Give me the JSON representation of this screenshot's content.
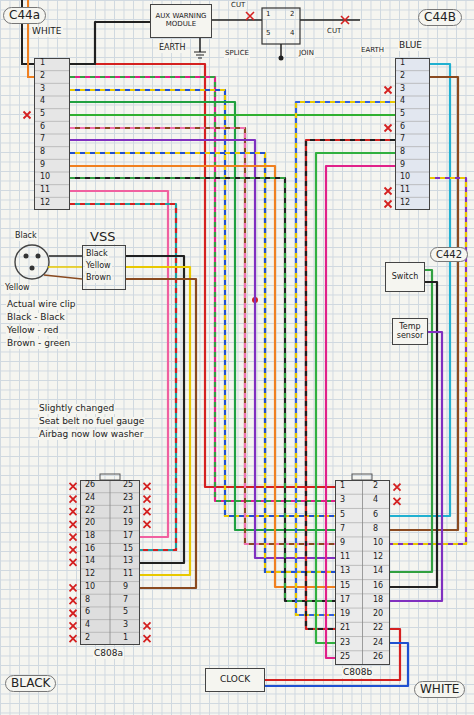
{
  "diagram": {
    "nodes": [
      {
        "text": [
          "C44a",
          "WHITE"
        ]
      },
      {
        "text": [
          "AUX WARNING MODULE"
        ]
      },
      {
        "text": [
          "C44B",
          "BLUE"
        ]
      },
      {
        "text": [
          "VSS"
        ]
      },
      {
        "text": [
          "C442",
          "Switch"
        ]
      },
      {
        "text": [
          "Temp sensor"
        ]
      },
      {
        "text": [
          "C808a",
          "BLACK"
        ]
      },
      {
        "text": [
          "C808b",
          "WHITE"
        ]
      },
      {
        "text": [
          "CLOCK"
        ]
      }
    ],
    "edges": [
      {
        "from": 0,
        "to": 7,
        "arrow": "none"
      },
      {
        "from": 0,
        "to": 7,
        "arrow": "none"
      },
      {
        "from": 0,
        "to": 7,
        "arrow": "none"
      },
      {
        "from": 0,
        "to": 7,
        "arrow": "none"
      },
      {
        "from": 0,
        "to": 7,
        "arrow": "none"
      },
      {
        "from": 0,
        "to": 7,
        "arrow": "none"
      },
      {
        "from": 0,
        "to": 7,
        "arrow": "none"
      },
      {
        "from": 0,
        "to": 7,
        "arrow": "none"
      },
      {
        "from": 0,
        "to": 7,
        "arrow": "none"
      },
      {
        "from": 0,
        "to": 6,
        "arrow": "none"
      },
      {
        "from": 0,
        "to": 6,
        "arrow": "none"
      },
      {
        "from": 0,
        "to": 2,
        "arrow": "none"
      },
      {
        "from": 2,
        "to": 7,
        "arrow": "none"
      },
      {
        "from": 2,
        "to": 7,
        "arrow": "none"
      },
      {
        "from": 2,
        "to": 7,
        "arrow": "none"
      },
      {
        "from": 2,
        "to": 7,
        "arrow": "none"
      },
      {
        "from": 2,
        "to": 7,
        "arrow": "none"
      },
      {
        "from": 2,
        "to": 7,
        "arrow": "none"
      },
      {
        "from": 2,
        "to": 7,
        "arrow": "none"
      },
      {
        "from": 3,
        "to": 6,
        "arrow": "none"
      },
      {
        "from": 3,
        "to": 6,
        "arrow": "none"
      },
      {
        "from": 3,
        "to": 6,
        "arrow": "none"
      },
      {
        "from": 4,
        "to": 7,
        "arrow": "none"
      },
      {
        "from": 4,
        "to": 7,
        "arrow": "none"
      },
      {
        "from": 5,
        "to": 7,
        "arrow": "none"
      },
      {
        "from": 8,
        "to": 7,
        "arrow": "none"
      },
      {
        "from": 8,
        "to": 7,
        "arrow": "none"
      },
      {
        "from": 1,
        "to": 0,
        "arrow": "none"
      }
    ],
    "labels": [
      "EARTH",
      "CUT",
      "SPLICE",
      "JOIN",
      "CUT",
      "EARTH",
      "1",
      "2",
      "5",
      "4",
      "Black",
      "Yellow",
      "Brown",
      "Black",
      "Yellow",
      "Actual wire clip",
      "Black - Black",
      "Yellow - red",
      "Brown - green",
      "Slightly changed",
      "Seat belt no fuel gauge",
      "Airbag now low washer",
      "1",
      "2",
      "3",
      "4",
      "5",
      "6",
      "7",
      "8",
      "9",
      "10",
      "11",
      "12",
      "1",
      "2",
      "3",
      "4",
      "5",
      "6",
      "7",
      "8",
      "9",
      "10",
      "11",
      "12",
      "26",
      "25",
      "24",
      "23",
      "22",
      "21",
      "20",
      "19",
      "18",
      "17",
      "16",
      "15",
      "14",
      "13",
      "12",
      "11",
      "10",
      "9",
      "8",
      "7",
      "6",
      "5",
      "4",
      "3",
      "2",
      "1",
      "1",
      "2",
      "3",
      "4",
      "5",
      "6",
      "7",
      "8",
      "9",
      "10",
      "11",
      "12",
      "13",
      "14",
      "15",
      "16",
      "17",
      "18",
      "19",
      "20",
      "21",
      "22",
      "23",
      "24",
      "25",
      "26"
    ]
  }
}
